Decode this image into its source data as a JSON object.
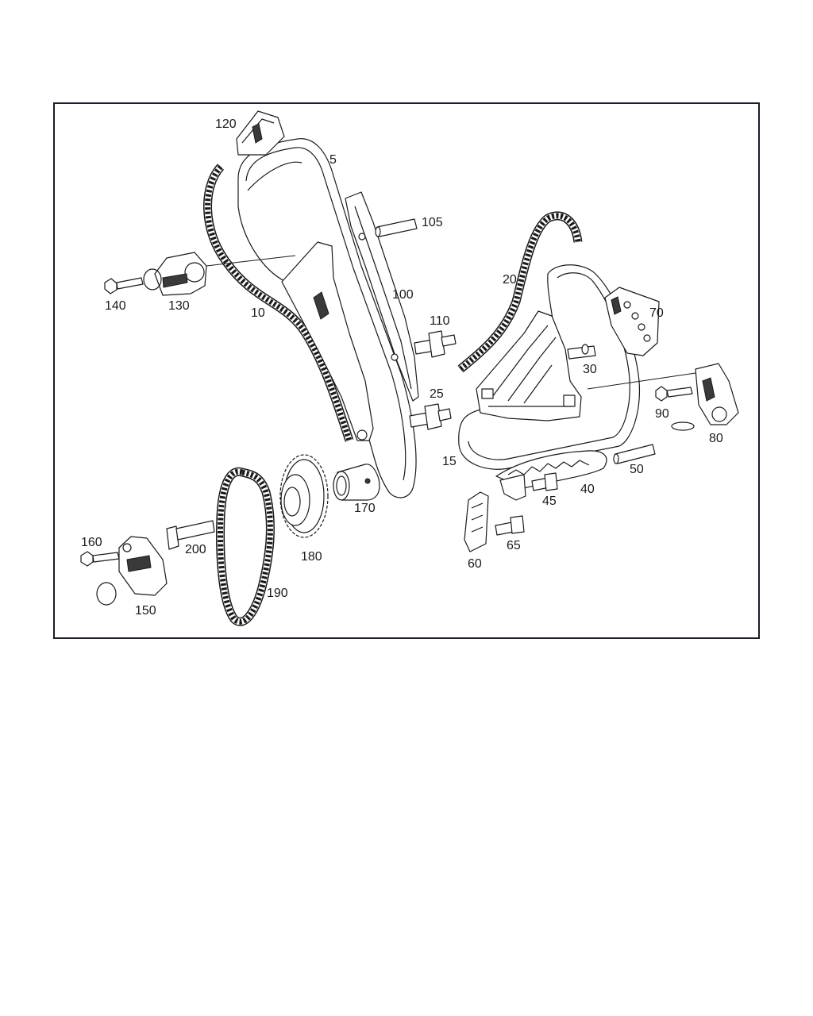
{
  "labels": {
    "p120": "120",
    "p5": "5",
    "p105": "105",
    "p140": "140",
    "p130": "130",
    "p10": "10",
    "p100": "100",
    "p20": "20",
    "p70": "70",
    "p110": "110",
    "p30": "30",
    "p25": "25",
    "p90": "90",
    "p80": "80",
    "p15": "15",
    "p50": "50",
    "p45": "45",
    "p40": "40",
    "p170": "170",
    "p160": "160",
    "p200": "200",
    "p180": "180",
    "p60": "60",
    "p65": "65",
    "p190": "190",
    "p150": "150"
  }
}
